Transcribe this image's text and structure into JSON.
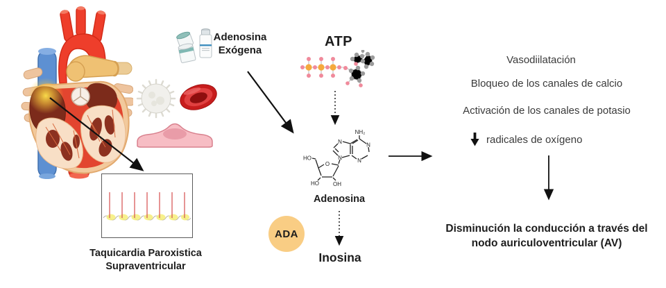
{
  "exogenous": {
    "line1": "Adenosina",
    "line2": "Exógena"
  },
  "pathway": {
    "atp_label": "ATP",
    "adenosina_label": "Adenosina",
    "inosina_label": "Inosina",
    "ada_badge": "ADA"
  },
  "ecg": {
    "caption_line1": "Taquicardia Paroxistica",
    "caption_line2": "Supraventricular"
  },
  "effects": {
    "items": [
      "Vasodiilatación",
      "Bloqueo de los canales de calcio",
      "Activación de los canales de potasio"
    ],
    "decrease_item": "radicales de oxígeno",
    "outcome_line1": "Disminución la conducción a través del",
    "outcome_line2": "nodo auriculoventricular (AV)"
  },
  "chem": {
    "nh2": "NH₂",
    "n7": "N",
    "n1": "N",
    "n3": "N",
    "n9": "N",
    "o_ribose": "O",
    "ho_5prime": "HO",
    "ho_3prime": "HO",
    "oh_2prime": "OH"
  },
  "colors": {
    "ada_circle": "#F9CD84",
    "heart_red": "#EE3E2B",
    "vein_blue": "#5D90D2",
    "pulmonary_yellow": "#EFC173",
    "glow_yellow": "#FFE44D",
    "ecg_spike": "#D85A5A",
    "ecg_glow": "#F6EE79",
    "cell_pink": "#F7BDC4",
    "rbc_red": "#C71D1D",
    "arrow_black": "#111111",
    "text_dark": "#1D1D1D",
    "text_gray": "#3A3A3A"
  }
}
